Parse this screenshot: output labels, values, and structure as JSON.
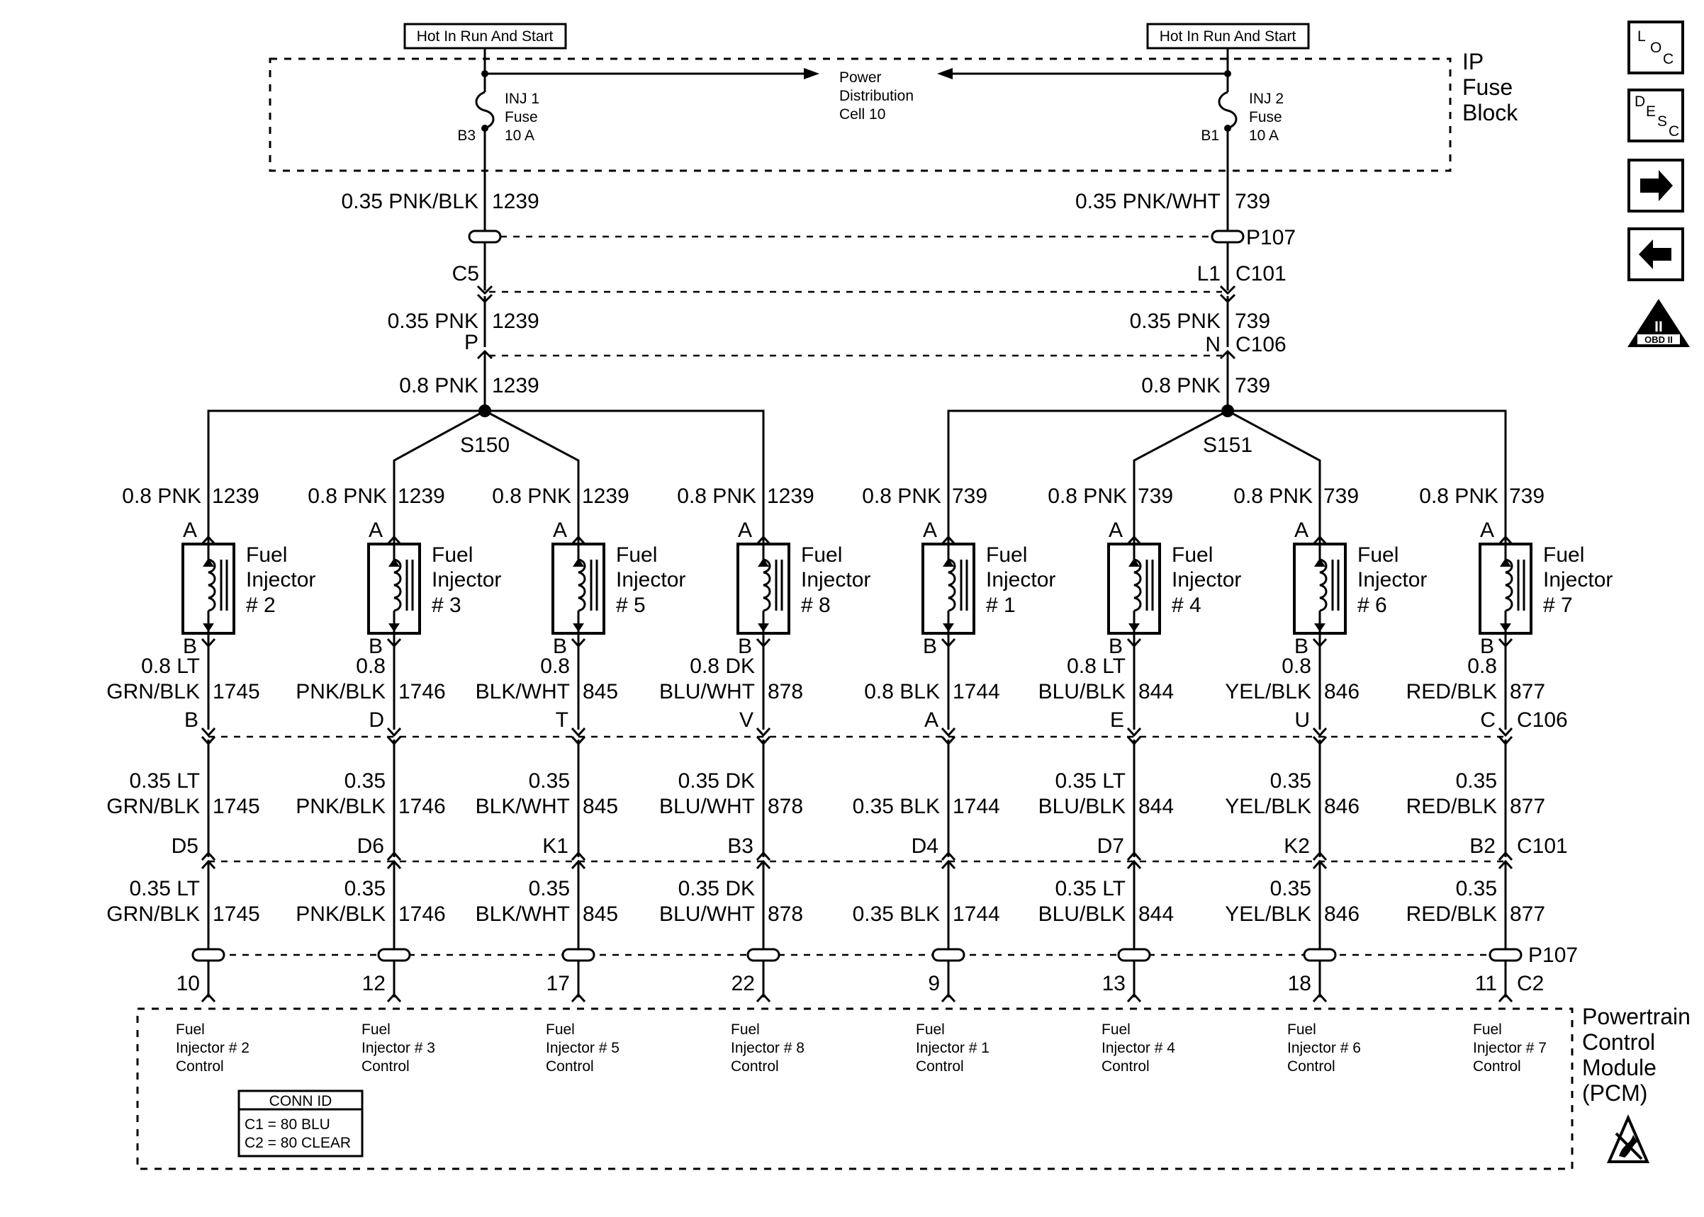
{
  "power": {
    "left": {
      "label": "Hot In Run And Start",
      "fuse_name": "INJ 1",
      "fuse_word": "Fuse",
      "fuse_rating": "10 A",
      "fuse_pin": "B3"
    },
    "right": {
      "label": "Hot In Run And Start",
      "fuse_name": "INJ 2",
      "fuse_word": "Fuse",
      "fuse_rating": "10 A",
      "fuse_pin": "B1"
    },
    "pdc_lines": [
      "Power",
      "Distribution",
      "Cell 10"
    ]
  },
  "ip_fuse_block_lines": [
    "IP",
    "Fuse",
    "Block"
  ],
  "feeds": {
    "left": {
      "wire1": "0.35 PNK/BLK",
      "circuit1": "1239",
      "c101_pin": "C5",
      "wire2": "0.35 PNK",
      "circuit2": "1239",
      "c106_pin": "P",
      "wire3": "0.8 PNK",
      "circuit3": "1239",
      "splice": "S150"
    },
    "right": {
      "wire1": "0.35 PNK/WHT",
      "circuit1": "739",
      "p107": "P107",
      "c101_pin": "L1",
      "c101": "C101",
      "wire2": "0.35 PNK",
      "circuit2": "739",
      "c106_pin": "N",
      "c106": "C106",
      "wire3": "0.8 PNK",
      "circuit3": "739",
      "splice": "S151"
    }
  },
  "injectors": [
    {
      "supply_wire": "0.8 PNK",
      "supply_circuit": "1239",
      "pin_a": "A",
      "label": "Fuel",
      "label2": "Injector",
      "number": "# 2",
      "pin_b": "B",
      "wire1_l1": "0.8 LT",
      "wire1_l2": "GRN/BLK",
      "circuit": "1745",
      "c106_pin": "B",
      "wire2_l1": "0.35 LT",
      "wire2_l2": "GRN/BLK",
      "c101_pin": "D5",
      "wire3_l1": "0.35 LT",
      "wire3_l2": "GRN/BLK",
      "pcm_pin": "10",
      "pcm_l1": "Fuel",
      "pcm_l2": "Injector # 2",
      "pcm_l3": "Control"
    },
    {
      "supply_wire": "0.8 PNK",
      "supply_circuit": "1239",
      "pin_a": "A",
      "label": "Fuel",
      "label2": "Injector",
      "number": "# 3",
      "pin_b": "B",
      "wire1_l1": "0.8",
      "wire1_l2": "PNK/BLK",
      "circuit": "1746",
      "c106_pin": "D",
      "wire2_l1": "0.35",
      "wire2_l2": "PNK/BLK",
      "c101_pin": "D6",
      "wire3_l1": "0.35",
      "wire3_l2": "PNK/BLK",
      "pcm_pin": "12",
      "pcm_l1": "Fuel",
      "pcm_l2": "Injector # 3",
      "pcm_l3": "Control"
    },
    {
      "supply_wire": "0.8 PNK",
      "supply_circuit": "1239",
      "pin_a": "A",
      "label": "Fuel",
      "label2": "Injector",
      "number": "# 5",
      "pin_b": "B",
      "wire1_l1": "0.8",
      "wire1_l2": "BLK/WHT",
      "circuit": "845",
      "c106_pin": "T",
      "wire2_l1": "0.35",
      "wire2_l2": "BLK/WHT",
      "c101_pin": "K1",
      "wire3_l1": "0.35",
      "wire3_l2": "BLK/WHT",
      "pcm_pin": "17",
      "pcm_l1": "Fuel",
      "pcm_l2": "Injector # 5",
      "pcm_l3": "Control"
    },
    {
      "supply_wire": "0.8 PNK",
      "supply_circuit": "1239",
      "pin_a": "A",
      "label": "Fuel",
      "label2": "Injector",
      "number": "# 8",
      "pin_b": "B",
      "wire1_l1": "0.8 DK",
      "wire1_l2": "BLU/WHT",
      "circuit": "878",
      "c106_pin": "V",
      "wire2_l1": "0.35 DK",
      "wire2_l2": "BLU/WHT",
      "c101_pin": "B3",
      "wire3_l1": "0.35 DK",
      "wire3_l2": "BLU/WHT",
      "pcm_pin": "22",
      "pcm_l1": "Fuel",
      "pcm_l2": "Injector # 8",
      "pcm_l3": "Control"
    },
    {
      "supply_wire": "0.8 PNK",
      "supply_circuit": "739",
      "pin_a": "A",
      "label": "Fuel",
      "label2": "Injector",
      "number": "# 1",
      "pin_b": "B",
      "wire1_l1": "",
      "wire1_l2": "0.8 BLK",
      "circuit": "1744",
      "c106_pin": "A",
      "wire2_l1": "",
      "wire2_l2": "0.35 BLK",
      "c101_pin": "D4",
      "wire3_l1": "",
      "wire3_l2": "0.35 BLK",
      "pcm_pin": "9",
      "pcm_l1": "Fuel",
      "pcm_l2": "Injector # 1",
      "pcm_l3": "Control"
    },
    {
      "supply_wire": "0.8 PNK",
      "supply_circuit": "739",
      "pin_a": "A",
      "label": "Fuel",
      "label2": "Injector",
      "number": "# 4",
      "pin_b": "B",
      "wire1_l1": "0.8 LT",
      "wire1_l2": "BLU/BLK",
      "circuit": "844",
      "c106_pin": "E",
      "wire2_l1": "0.35 LT",
      "wire2_l2": "BLU/BLK",
      "c101_pin": "D7",
      "wire3_l1": "0.35 LT",
      "wire3_l2": "BLU/BLK",
      "pcm_pin": "13",
      "pcm_l1": "Fuel",
      "pcm_l2": "Injector # 4",
      "pcm_l3": "Control"
    },
    {
      "supply_wire": "0.8 PNK",
      "supply_circuit": "739",
      "pin_a": "A",
      "label": "Fuel",
      "label2": "Injector",
      "number": "# 6",
      "pin_b": "B",
      "wire1_l1": "0.8",
      "wire1_l2": "YEL/BLK",
      "circuit": "846",
      "c106_pin": "U",
      "wire2_l1": "0.35",
      "wire2_l2": "YEL/BLK",
      "c101_pin": "K2",
      "wire3_l1": "0.35",
      "wire3_l2": "YEL/BLK",
      "pcm_pin": "18",
      "pcm_l1": "Fuel",
      "pcm_l2": "Injector # 6",
      "pcm_l3": "Control"
    },
    {
      "supply_wire": "0.8 PNK",
      "supply_circuit": "739",
      "pin_a": "A",
      "label": "Fuel",
      "label2": "Injector",
      "number": "# 7",
      "pin_b": "B",
      "wire1_l1": "0.8",
      "wire1_l2": "RED/BLK",
      "circuit": "877",
      "c106_pin": "C",
      "wire2_l1": "0.35",
      "wire2_l2": "RED/BLK",
      "c101_pin": "B2",
      "wire3_l1": "0.35",
      "wire3_l2": "RED/BLK",
      "pcm_pin": "11",
      "pcm_l1": "Fuel",
      "pcm_l2": "Injector # 7",
      "pcm_l3": "Control"
    }
  ],
  "connectors": {
    "c106": "C106",
    "c101": "C101",
    "p107": "P107",
    "c2": "C2"
  },
  "pcm_lines": [
    "Powertrain",
    "Control",
    "Module",
    "(PCM)"
  ],
  "conn_id": {
    "title": "CONN ID",
    "line1": "C1 = 80 BLU",
    "line2": "C2 = 80 CLEAR"
  },
  "nav": {
    "loc_l": "L",
    "loc_o": "O",
    "loc_c": "C",
    "desc_d": "D",
    "desc_e": "E",
    "desc_s": "S",
    "desc_c": "C",
    "obd_numeral": "II",
    "obd_text": "OBD II"
  }
}
